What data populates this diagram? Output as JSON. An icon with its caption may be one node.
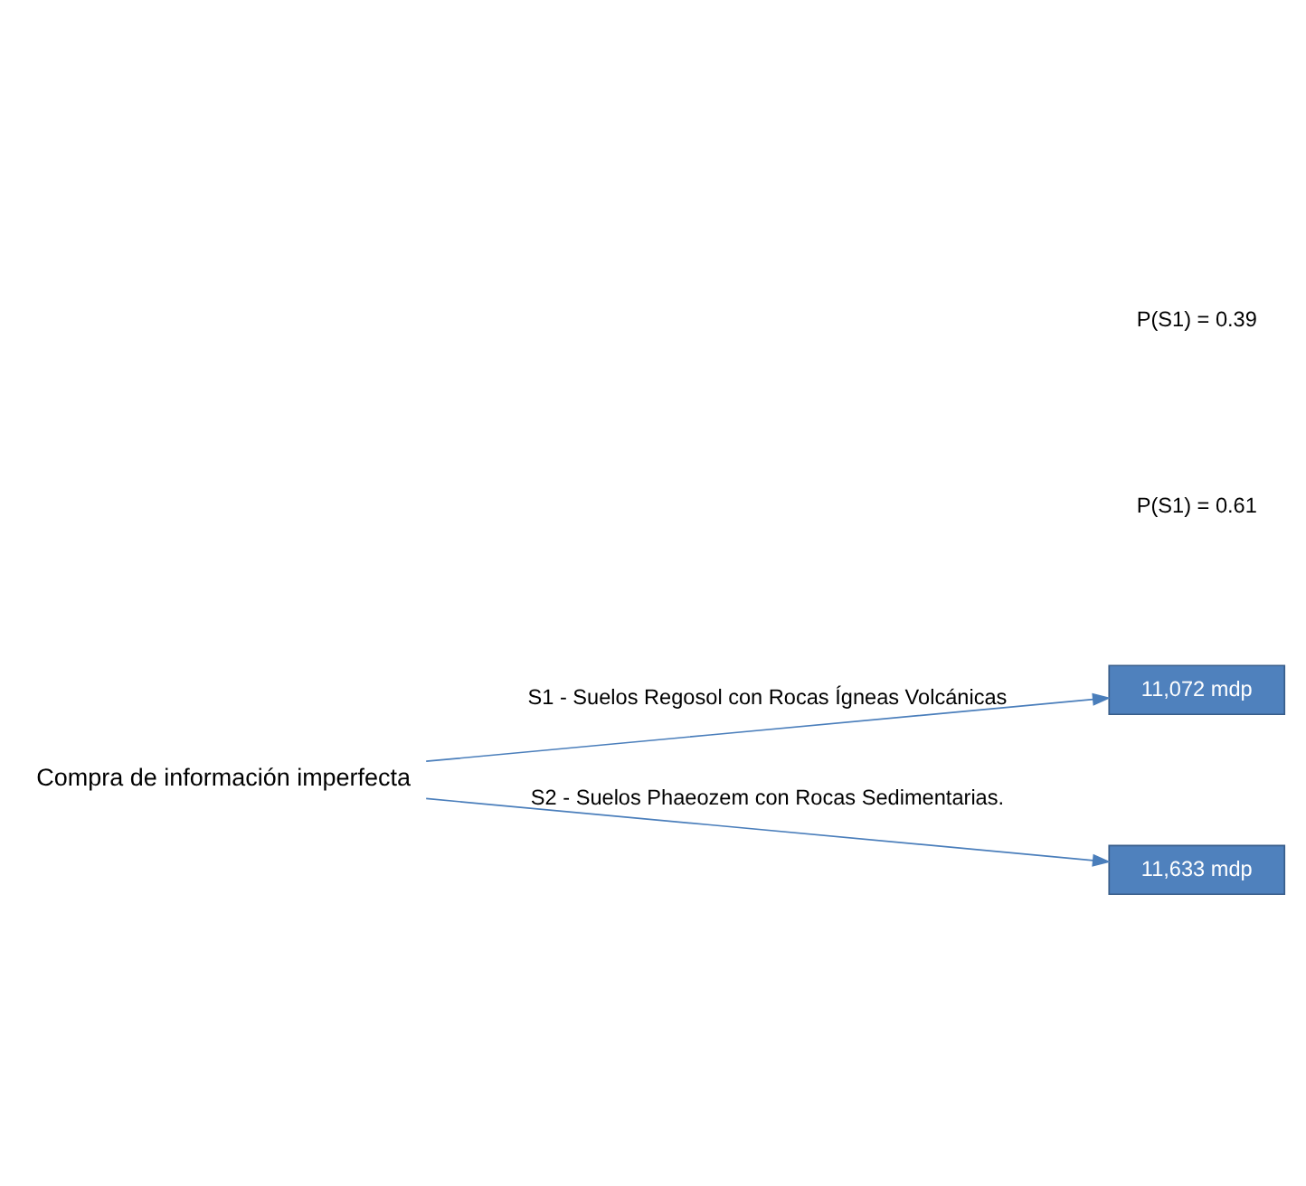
{
  "diagram": {
    "nodes": [
      {
        "text": [
          "Compra de información imperfecta"
        ]
      },
      {
        "text": [
          "11,072 mdp"
        ]
      },
      {
        "text": [
          "11,633 mdp"
        ]
      }
    ],
    "edges": [
      {
        "from": 0,
        "to": 1,
        "arrow": "to",
        "label": "S1 - Suelos Regosol con Rocas Ígneas Volcánicas"
      },
      {
        "from": 0,
        "to": 2,
        "arrow": "to",
        "label": "S2 - Suelos Phaeozem con Rocas Sedimentarias."
      }
    ],
    "labels": [
      "P(S1) = 0.61",
      "P(S1) = 0.39"
    ]
  }
}
